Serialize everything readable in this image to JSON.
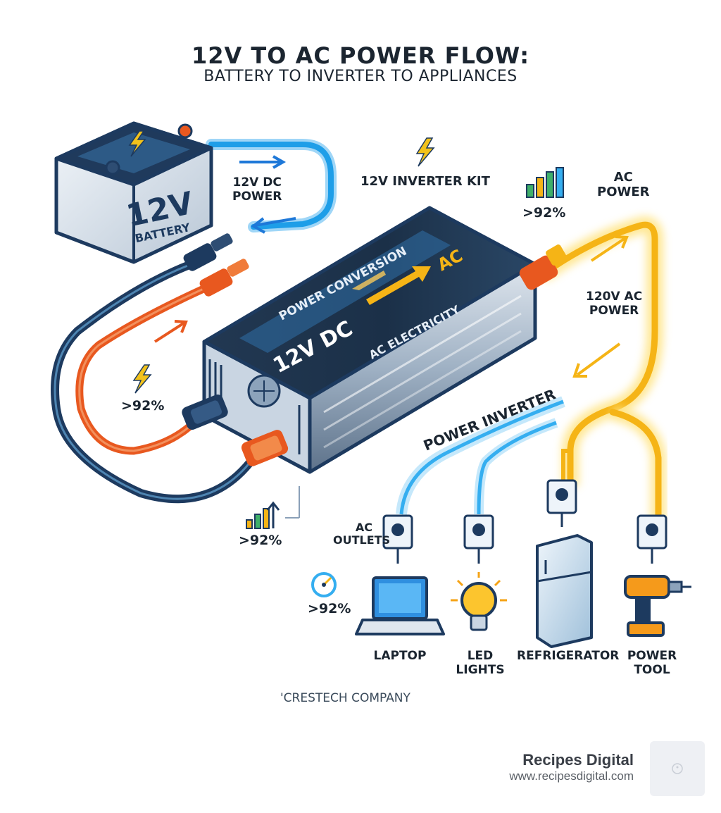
{
  "header": {
    "title": "12V TO AC POWER FLOW:",
    "subtitle": "BATTERY TO INVERTER TO APPLIANCES"
  },
  "battery": {
    "voltage": "12V",
    "label": "BATTERY"
  },
  "labels": {
    "dc_power": [
      "12V DC",
      "POWER"
    ],
    "kit": "12V INVERTER KIT",
    "efficiency_top": ">92%",
    "ac_power": [
      "AC",
      "POWER"
    ],
    "ac_120v": [
      "120V AC",
      "POWER"
    ],
    "efficiency_left": ">92%",
    "efficiency_bottom": ">92%",
    "efficiency_gauge": ">92%",
    "ac_outlets": [
      "AC",
      "OUTLETS"
    ],
    "company": "'CRESTECH COMPANY"
  },
  "inverter": {
    "power_conversion": "POWER CONVERSION",
    "dc": "12V DC",
    "ac": "AC",
    "ac_electricity": "AC ELECTRICITY",
    "name": "POWER INVERTER"
  },
  "appliances": [
    {
      "name": [
        "LAPTOP"
      ],
      "icon": "laptop-icon"
    },
    {
      "name": [
        "LED",
        "LIGHTS"
      ],
      "icon": "lightbulb-icon"
    },
    {
      "name": [
        "REFRIGERATOR"
      ],
      "icon": "refrigerator-icon"
    },
    {
      "name": [
        "POWER",
        "TOOL"
      ],
      "icon": "drill-icon"
    }
  ],
  "brand": {
    "name": "Recipes Digital",
    "url": "www.recipesdigital.com"
  },
  "colors": {
    "dc_blue": "#1e9ee8",
    "dc_orange": "#e8581f",
    "ac_yellow": "#f5b416",
    "dark": "#1b2530"
  }
}
